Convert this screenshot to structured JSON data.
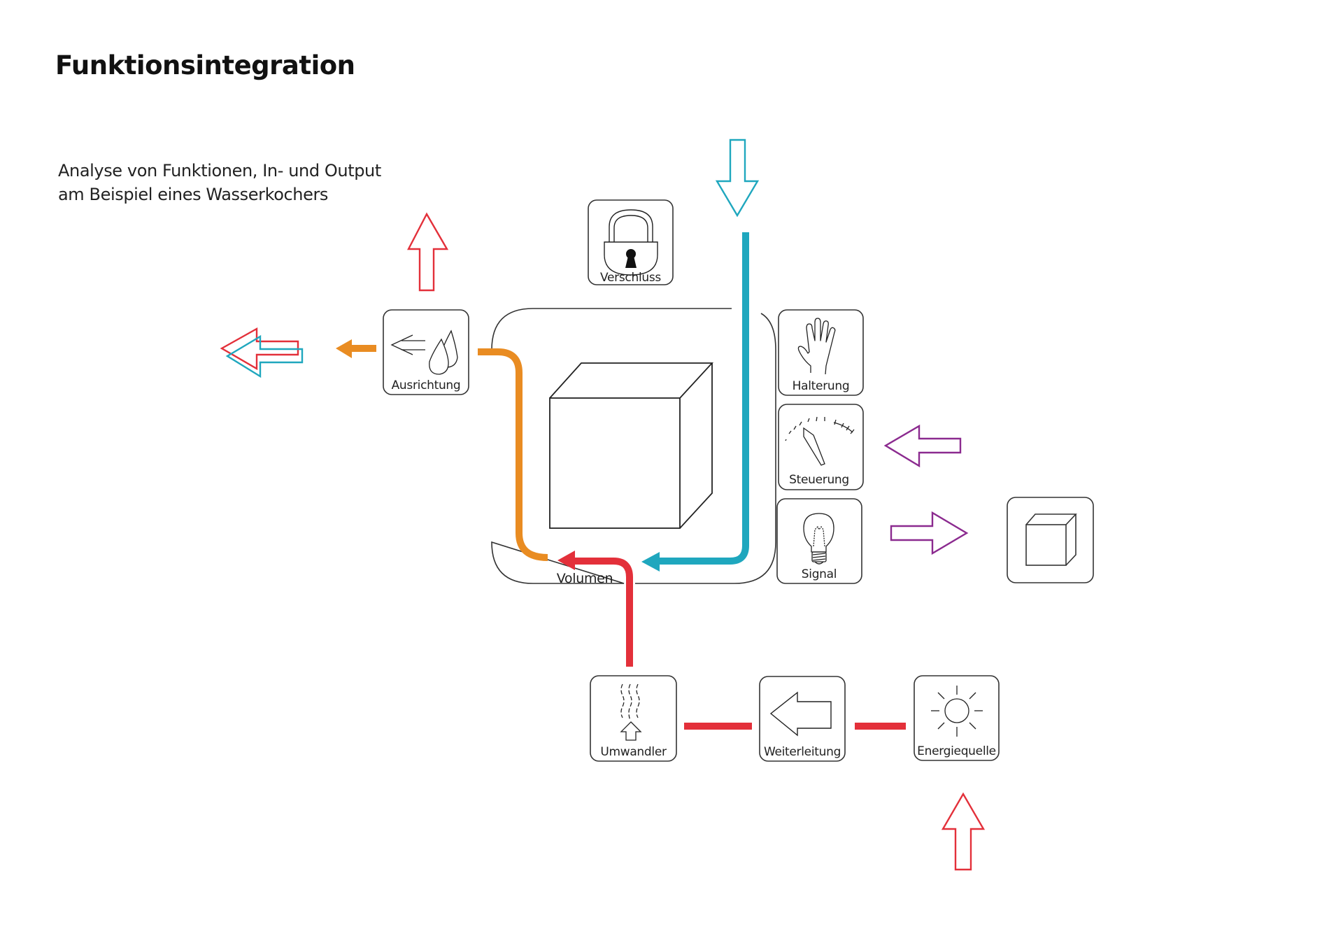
{
  "header": {
    "title": "Funktionsintegration",
    "subtitle_lines": [
      "Analyse von Funktionen, In- und Output",
      "am Beispiel eines Wasserkochers"
    ]
  },
  "colors": {
    "water": "#1fa7be",
    "heat": "#e3303a",
    "steam": "#e98c22",
    "control": "#8b2a8f",
    "outline": "#333333"
  },
  "center": {
    "label": "Volumen",
    "icon": "cube-icon"
  },
  "function_boxes": [
    {
      "id": "verschluss",
      "label": "Verschluss",
      "icon": "padlock-icon"
    },
    {
      "id": "ausrichtung",
      "label": "Ausrichtung",
      "icon": "pour-drops-icon"
    },
    {
      "id": "halterung",
      "label": "Halterung",
      "icon": "hand-icon"
    },
    {
      "id": "steuerung",
      "label": "Steuerung",
      "icon": "gauge-icon"
    },
    {
      "id": "signal",
      "label": "Signal",
      "icon": "lightbulb-icon"
    },
    {
      "id": "umwandler",
      "label": "Umwandler",
      "icon": "heat-conversion-icon"
    },
    {
      "id": "weiterleitung",
      "label": "Weiterleitung",
      "icon": "forward-arrow-icon"
    },
    {
      "id": "energiequelle",
      "label": "Energiequelle",
      "icon": "sun-icon"
    },
    {
      "id": "output",
      "label": "",
      "icon": "cube-icon"
    }
  ],
  "flows": [
    {
      "name": "water-in",
      "color": "water",
      "from": "top",
      "to": "Volumen"
    },
    {
      "name": "steam-out",
      "color": "steam",
      "from": "Volumen",
      "to": "Ausrichtung"
    },
    {
      "name": "heat-in",
      "color": "heat",
      "from": "Umwandler",
      "to": "Volumen"
    },
    {
      "name": "energy-chain",
      "color": "heat",
      "from": "Energiequelle",
      "to": "Umwandler"
    },
    {
      "name": "control-in",
      "color": "control",
      "to": "Steuerung"
    },
    {
      "name": "signal-out",
      "color": "control",
      "from": "Signal",
      "to": "output"
    }
  ]
}
